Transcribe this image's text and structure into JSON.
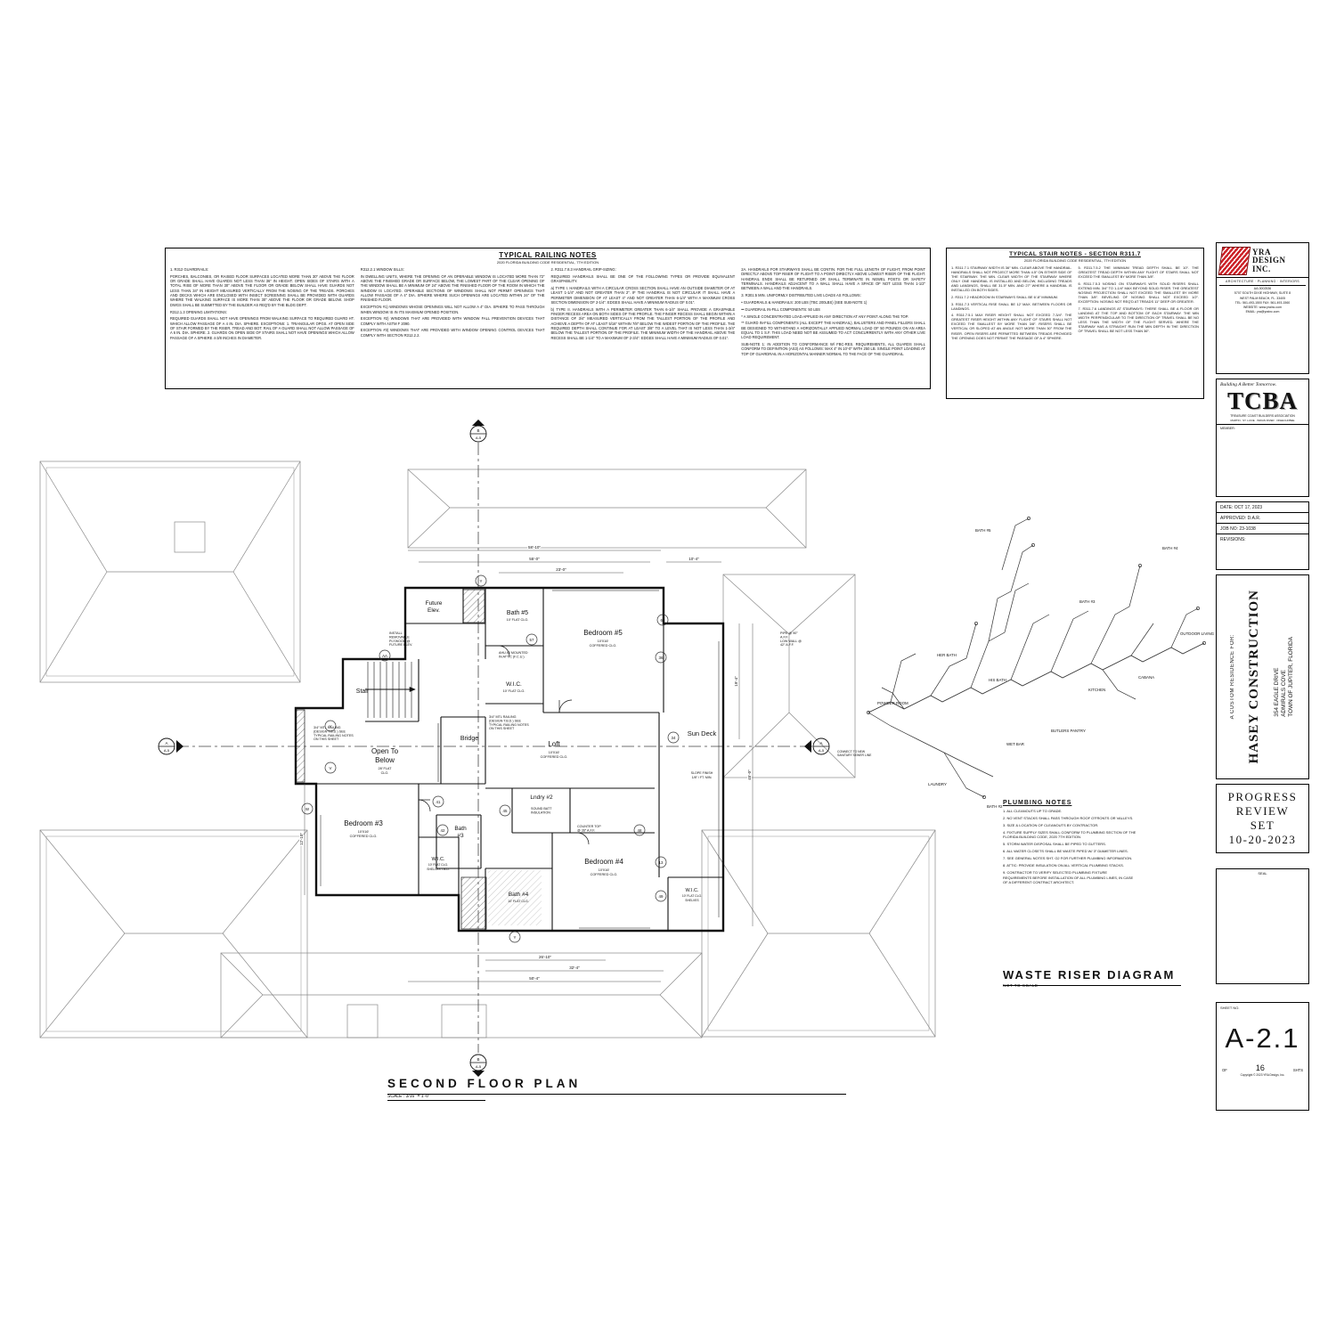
{
  "sheet": {
    "plan_title": "SECOND FLOOR PLAN",
    "plan_scale": "SCALE : 3/16″ = 1′-0″"
  },
  "railing_notes": {
    "title": "TYPICAL RAILING NOTES",
    "subtitle": "2020 FLORIDA BUILDING CODE RESIDENTIAL, 7TH EDITION",
    "col1": [
      "1.  R312 GUARDRAILS:",
      "PORCHES, BALCONIES, OR RAISED FLOOR SURFACES LOCATED MORE THAN 30″ ABOVE THE FLOOR OR GRADE SHALL HAVE GUARDS NOT LESS THAN 36″ IN HEIGHT. OPEN SIDES OF STAIRS WITH A TOTAL RISE OF MORE THAN 30″ ABOVE THE FLOOR OR GRADE BELOW SHALL HAVE GUARDS NOT LESS THAN 34″ IN HEIGHT MEASURED VERTICALLY FROM THE NOSING OF THE TREADS. PORCHES AND DECKS WHICH ARE ENCLOSED WITH INSECT SCREENING SHALL BE PROVIDED WITH GUARDS WHERE THE WALKING SURFACE IS MORE THAN 30″ ABOVE THE FLOOR OR GRADE BELOW. SHOP DWGS SHALL BE SUBMITTED BY THE BUILDER AS REQ'D BY THE BLDG DEPT.",
      "R312.1.3 OPENING LIMITATIONS:",
      "REQUIRED GUARDS SHALL NOT HAVE OPENINGS FROM WALKING SURFACE TO REQUIRED GUARD HT. WHICH ALLOW PASSAGE OF A 4 IN. DIA. SPHERE. EXCEPTIONS: 1. TRIANGULAR OPGS. AT OPEN SIDE OF STAIR FORMED BY THE RISER, TREAD AND BOT. RAIL OF A GUARD SHALL NOT ALLOW PASSAGE OF A 6 IN. DIA. SPHERE. 2. GUARDS ON OPEN SIDE OF STAIRS SHALL NOT HAVE OPENINGS WHICH ALLOW PASSAGE OF A SPHERE 4-3/8 INCHES IN DIAMETER."
    ],
    "col2": [
      "R312.2.1 WINDOW SILLS:",
      "IN DWELLING UNITS, WHERE THE OPENING OF AN OPERABLE WINDOW IS LOCATED MORE THAN 72″ ABOVE THE FINISHED GRADE OR SURFACE BELOW, THE LOWEST PART OF THE CLEAR OPENING OF THE WINDOW SHALL BE A MINIMUM OF 24″ ABOVE THE FINISHED FLOOR OF THE ROOM IN WHICH THE WINDOW IS LOCATED. OPERABLE SECTIONS OF WINDOWS SHALL NOT PERMIT OPENINGS THAT ALLOW PASSAGE OF A 4″ DIA. SPHERE WHERE SUCH OPENINGS ARE LOCATED WITHIN 24″ OF THE FINISHED FLOOR.",
      "EXCEPTION #1) WINDOWS WHOSE OPENINGS WILL NOT ALLOW A 4″ DIA. SPHERE TO PASS THROUGH WHEN WINDOW IS IN ITS MAXIMUM OPENED POSITION.",
      "EXCEPTION #2) WINDOWS THAT ARE PROVIDED WITH WINDOW FALL PREVENTION DEVICES THAT COMPLY WITH ASTM F 2090.",
      "EXCEPTION #3) WINDOWS THAT ARE PROVIDED WITH WINDOW OPENING CONTROL DEVICES THAT COMPLY WITH SECTION R312.2.2."
    ],
    "col3": [
      "2.  R311.7.8.3 HANDRAIL GRIP-SIZING:",
      "REQUIRED HANDRAILS SHALL BE ONE OF THE FOLLOWING TYPES OR PROVIDE EQUIVALENT GRASPABILITY.",
      "a)  TYPE I. HANDRAILS WITH A CIRCULAR CROSS SECTION SHALL HAVE AN OUTSIDE DIAMETER OF AT LEAST 1-1/4″ AND NOT GREATER THAN 2″. IF THE HANDRAIL IS NOT CIRCULAR IT SHALL HAVE A PERIMETER DIMENSION OF AT LEAST 4″ AND NOT GREATER THAN 6-1/4″ WITH A MAXIMUM CROSS SECTION DIMENSION OF 2-1/4″. EDGES SHALL HAVE A MINIMUM RADIUS OF 0.01″.",
      "b)  TYPE II. HANDRAILS WITH A PERIMETER GREATER THAN 6-1/4″ SHALL PROVIDE A GRASPABLE FINGER RECESS AREA ON BOTH SIDES OF THE PROFILE. THE FINGER RECESS SHALL BEGIN WITHIN A DISTANCE OF 3/4″ MEASURED VERTICALLY FROM THE TALLEST PORTION OF THE PROFILE AND ACHIEVE A DEPTH OF AT LEAST 5/16″ WITHIN 7/8″ BELOW THE WIDEST PORTION OF THE PROFILE. THE REQUIRED DEPTH SHALL CONTINUE FOR AT LEAST 3/8″ TO A LEVEL THAT IS NOT LESS THAN 1-3/4″ BELOW THE TALLEST PORTION OF THE PROFILE. THE MINIMUM WIDTH OF THE HANDRAIL ABOVE THE RECESS SHALL BE 1-1/4″ TO A MAXIMUM OF 2-3/4″. EDGES SHALL HAVE A MINIMUM RADIUS OF 0.01″."
    ],
    "col4": [
      "2A. HANDRAILS FOR STAIRWAYS SHALL BE CONTIN. FOR THE FULL LENGTH OF FLIGHT, FROM POINT DIRECTLY ABOVE TOP RISER OF FLIGHT TO A POINT DIRECTLY ABOVE LOWEST RISER OF THE FLIGHT. HANDRAIL ENDS SHALL BE RETURNED OR SHALL TERMINATE IN NEWEL POSTS OR SAFETY TERMINALS. HANDRAILS ADJACENT TO A WALL SHALL HAVE A SPACE OF NOT LESS THAN 1-1/2″ BETWEEN A WALL AND THE HANDRAILS.",
      "3.  R301.5 MIN. UNIFORMLY DISTRIBUTED LIVE LOADS AS FOLLOWS:",
      "•  GUARDRAILS & HANDRAILS:  200 LBS (TBC 200LBS)  (SEE SUB-NOTE 1)",
      "•• GUARDRAIL IN-FILL COMPONENTS:  50 LBS",
      "* A SINGLE CONCENTRATED LOAD APPLIED IN ANY DIRECTION AT ANY POINT ALONG THE TOP.",
      "** GUARD IN-FILL COMPONENTS (ALL EXCEPT THE HANDRAIL), BALUSTERS AND PANEL FILLERS SHALL BE DESIGNED TO WITHSTAND A HORIZONTALLY APPLIED NORMAL LOAD OF 50 POUNDS ON AN AREA EQUAL TO 1 S.F. THIS LOAD NEED NOT BE ASSUMED TO ACT CONCURRENTLY WITH ANY OTHER LIVE LOAD REQUIREMENT.",
      "SUB-NOTE 1: IN ADDITION TO CONFORMANCE W/ FBC-RES. REQUIREMENTS, ALL GUARDS SHALL CONFORM TO DEFINITION (AS3) AS FOLLOWS: MAX 4″ IN 10′-0″ WITH 250 LB. SINGLE POINT LOADING AT TOP OF GUARDRAIL IN A HORIZONTAL MANNER NORMAL TO THE FACE OF THE GUARDRAIL."
    ]
  },
  "stair_notes": {
    "title": "TYPICAL STAIR NOTES - SECTION R311.7",
    "subtitle": "2020 FLORIDA BUILDING CODE RESIDENTIAL, 7TH EDITION",
    "col1": [
      "1.  R311.7.1 STAIRWAY WIDTH IS 36″ MIN. CLEAR ABOVE THE HANDRAIL. HANDRAILS SHALL NOT PROJECT MORE THAN 4.5″ ON EITHER SIDE OF THE STAIRWAY. THE MIN. CLEAR WIDTH OF THE STAIRWAY WHERE ONLY ONE HANDRAIL IS INSTALLED AND BELOW, INCLUDING TREADS AND LANDINGS, SHALL BE 31.5″ MIN. AND 27″ WHERE A HANDRAIL IS INSTALLED ON BOTH SIDES.",
      "2.  R311.7.2 HEADROOM IN STAIRWAYS SHALL BE 6′-8″ MINIMUM.",
      "3.  R311.7.3 VERTICAL RISE SHALL BE 12′ MAX. BETWEEN FLOORS OR LANDINGS.",
      "4.  R311.7.5.1 MAX RISER HEIGHT SHALL NOT EXCEED 7-3/4″. THE GREATEST RISER HEIGHT WITHIN ANY FLIGHT OF STAIRS SHALL NOT EXCEED THE SMALLEST BY MORE THAN 3/8″. RISERS SHALL BE VERTICAL OR SLOPED AT AN ANGLE NOT MORE THAN 30° FROM THE RISER. OPEN RISERS ARE PERMITTED BETWEEN TREADS PROVIDED THE OPENING DOES NOT PERMIT THE PASSAGE OF A 4″ SPHERE."
    ],
    "col2": [
      "5.  R311.7.5.2 THE MINIMUM TREAD DEPTH SHALL BE 10″. THE GREATEST TREAD DEPTH WITHIN ANY FLIGHT OF STAIRS SHALL NOT EXCEED THE SMALLEST BY MORE THAN 3/8″.",
      "6.  R311.7.5.3 NOSING ON STAIRWAYS WITH SOLID RISERS SHALL EXTEND MIN. 3/4″ TO 1-1/4″ MAX BEYOND SOLID RISER. THE GREATEST NOSING PROJECTION SHALL NOT EXCEED THE SMALLEST BY MORE THAN 3/8″. BEVELING OF NOSING SHALL NOT EXCEED 1/2″. EXCEPTION: NOSING NOT REQ'D AT TREADS 11″ DEEP OR GREATER.",
      "7.  R311.7.6 LANDINGS AT STAIRWAYS: THERE SHALL BE A FLOOR OR LANDING AT THE TOP AND BOTTOM OF EACH STAIRWAY. THE MIN WIDTH PERPENDICULAR TO THE DIRECTION OF TRAVEL SHALL BE NO LESS THAN THE WIDTH OF THE FLIGHT SERVED. WHERE THE STAIRWAY HAS A STRAIGHT RUN THE MIN DEPTH IN THE DIRECTION OF TRAVEL SHALL BE NOT LESS THAN 36″."
    ]
  },
  "titleblock": {
    "firm": {
      "name1": "YRA",
      "name2": "DESIGN",
      "name3": "INC.",
      "tagline": "ARCHITECTURE · PLANNING · INTERIORS",
      "license": "AA-0002536",
      "addr1": "5707 SOUTH DIXIE HIGHWAY, SUITE 8",
      "addr2": "WEST PALM BEACH, FL. 33405",
      "tel": "TEL: 561-493-1500  FAX: 561-493-1560",
      "web": "WEBSITE: www.yrainc.com",
      "email": "EMAIL: yra@yrainc.com"
    },
    "tcba": {
      "slogan": "Building A Better Tomorrow.",
      "name": "TCBA",
      "sub": "TREASURE COAST BUILDERS ASSOCIATION",
      "counties": "MARTIN · ST. LUCIE · INDIAN RIVER · OKEECHOBEE",
      "member": "MEMBER:"
    },
    "meta": {
      "date": "DATE: OCT  17,  2023",
      "approved": "APPROVED:  D.A.R.",
      "job": "JOB NO: 23-1038",
      "revisions": "REVISIONS:"
    },
    "project": {
      "for": "A CUSTOM RESIDENCE FOR:",
      "client": "HASEY CONSTRUCTION",
      "addr1": "354 EAGLE DRIVE",
      "addr2": "ADMIRALS COVE",
      "addr3": "TOWN OF JUPITER, FLORIDA"
    },
    "progress": [
      "PROGRESS",
      "REVIEW",
      "SET",
      "10-20-2023"
    ],
    "seal_label": "SEAL",
    "sheet_no_label": "SHEET NO.",
    "sheet_no": "A-2.1",
    "of_label": "OF",
    "sheet_count": "16",
    "shts_label": "SHTS",
    "copyright": "Copyright © 2023 YRA Design, Inc."
  },
  "plan": {
    "rooms": [
      {
        "label": "Future",
        "l2": "Elev."
      },
      {
        "label": "Bath #5",
        "sub1": "10′ FLAT CLG."
      },
      {
        "label": "Bedroom #5",
        "sub1": "10′X16′",
        "sub2": "COFFERED CLG."
      },
      {
        "label": "W.I.C.",
        "sub1": "10′ FLAT CLG."
      },
      {
        "label": "Stair"
      },
      {
        "label": "Bridge"
      },
      {
        "label": "Loft",
        "sub1": "10′X16′",
        "sub2": "COFFERED CLG."
      },
      {
        "label": "Open To",
        "l2": "Below",
        "sub1": "28′ FLAT",
        "sub2": "CLG."
      },
      {
        "label": "Sun Deck",
        "sub1": "SLOPE FINISH",
        "sub2": "1/8″ / FT. MIN."
      },
      {
        "label": "Bedroom #3",
        "sub1": "10′X16′",
        "sub2": "COFFERED CLG."
      },
      {
        "label": "Bath",
        "l2": "#3"
      },
      {
        "label": "Lndry #2"
      },
      {
        "label": "Bedroom #4",
        "sub1": "10′X16′",
        "sub2": "COFFERED CLG."
      },
      {
        "label": "W.I.C.",
        "sub1": "10′ FLAT CLG.",
        "sub2": "SHELVES T.B.D."
      },
      {
        "label": "Bath #4",
        "sub1": "10′ FLAT CLG."
      },
      {
        "label": "W.I.C.",
        "sub1": "10′ FLAT CLG.",
        "sub2": "SHELVES"
      }
    ],
    "annotations": [
      {
        "l1": "3/4″ MTL RAILING",
        "l2": "(DESIGN T.B.D.) SEE",
        "l3": "TYPICAL RAILING NOTES",
        "l4": "ON THIS SHEET"
      },
      {
        "l1": "3/4″ MTL RAILING",
        "l2": "(DESIGN T.B.D.) SEE",
        "l3": "TYPICAL RAILING NOTES",
        "l4": "ON THIS SHEET"
      },
      {
        "l1": "AHU #2 MOUNTED",
        "l2": "IN ATTIC (F.C.U.)"
      },
      {
        "l1": "INSTALL",
        "l2": "REMOVABLE",
        "l3": "PLYWOOD @",
        "l4": "FUTURE ELEV."
      },
      {
        "l1": "PIPE @ 90°",
        "l2": "A.F.F.",
        "l3": "LOW WALL @",
        "l4": "42″ A.F.F."
      },
      {
        "l1": "SOUND BATT",
        "l2": "INSULATION"
      },
      {
        "l1": "COUNTER TOP",
        "l2": "@ 36″ A.F.F."
      }
    ],
    "dims": [
      {
        "t": "58′-10″"
      },
      {
        "t": "55′-0″"
      },
      {
        "t": "23′-0″"
      },
      {
        "t": "10′-4″"
      },
      {
        "t": "19′-4″"
      },
      {
        "t": "45′-0″"
      },
      {
        "t": "26′-10″"
      },
      {
        "t": "32′-4″"
      },
      {
        "t": "50′-4″"
      },
      {
        "t": "12′-10″"
      }
    ],
    "markers": [
      "AA",
      "41",
      "42",
      "45",
      "48",
      "13",
      "49",
      "34",
      "36",
      "57",
      "63",
      "W",
      "Y",
      "Y",
      "V",
      "V"
    ],
    "section": {
      "top_l": "B",
      "top_s": "A-5",
      "bottom_l": "B",
      "bottom_s": "A-5",
      "left_l": "A",
      "left_s": "A-5",
      "right_l": "A",
      "right_s": "A-5"
    }
  },
  "riser": {
    "title": "WASTE RISER DIAGRAM",
    "subtitle": "NOT TO SCALE",
    "labels": [
      "BATH #5",
      "BATH #4",
      "BATH #3",
      "OUTDOOR LIVING",
      "HER BATH",
      "HIS BATH",
      "POWDER ROOM",
      "CABANA",
      "KITCHEN",
      "BUTLERS PANTRY",
      "WET BAR",
      "LAUNDRY",
      "BATH #2"
    ],
    "note": {
      "l1": "CONNECT TO NEW",
      "l2": "SANITARY SEWER LINE"
    }
  },
  "plumbing_notes": {
    "title": "PLUMBING NOTES",
    "items": [
      "1. ALL CLEANOUTS UP TO GRADE.",
      "2. NO VENT STACKS SHALL PASS THROUGH ROOF O'FRONTS OR VALLEYS.",
      "3. SIZE & LOCATION OF CLEANOUTS BY CONTRACTOR.",
      "4. FIXTURE SUPPLY SIZES SHALL CONFORM TO PLUMBING SECTION OF THE FLORIDA BUILDING CODE, 2020 7TH EDITION.",
      "5. STORM WATER DISPOSAL SHALL BE PIPED TO GUTTERS.",
      "6. ALL WATER CLOSETS SHALL BE WASTE PIPED W/ 3″ DIAMETER LINES.",
      "7. SEE GENERAL NOTES SHT. G2 FOR FURTHER PLUMBING INFORMATION.",
      "8. ATTIC: PROVIDE INSULATION ON ALL VERTICAL PLUMBING STACKS.",
      "9. CONTRACTOR TO VERIFY SELECTED PLUMBING FIXTURE REQUIREMENTS BEFORE INSTALLATION OF ALL PLUMBING LINES, IN CASE OF A DIFFERENT CONTRACT ARCHITECT."
    ]
  }
}
